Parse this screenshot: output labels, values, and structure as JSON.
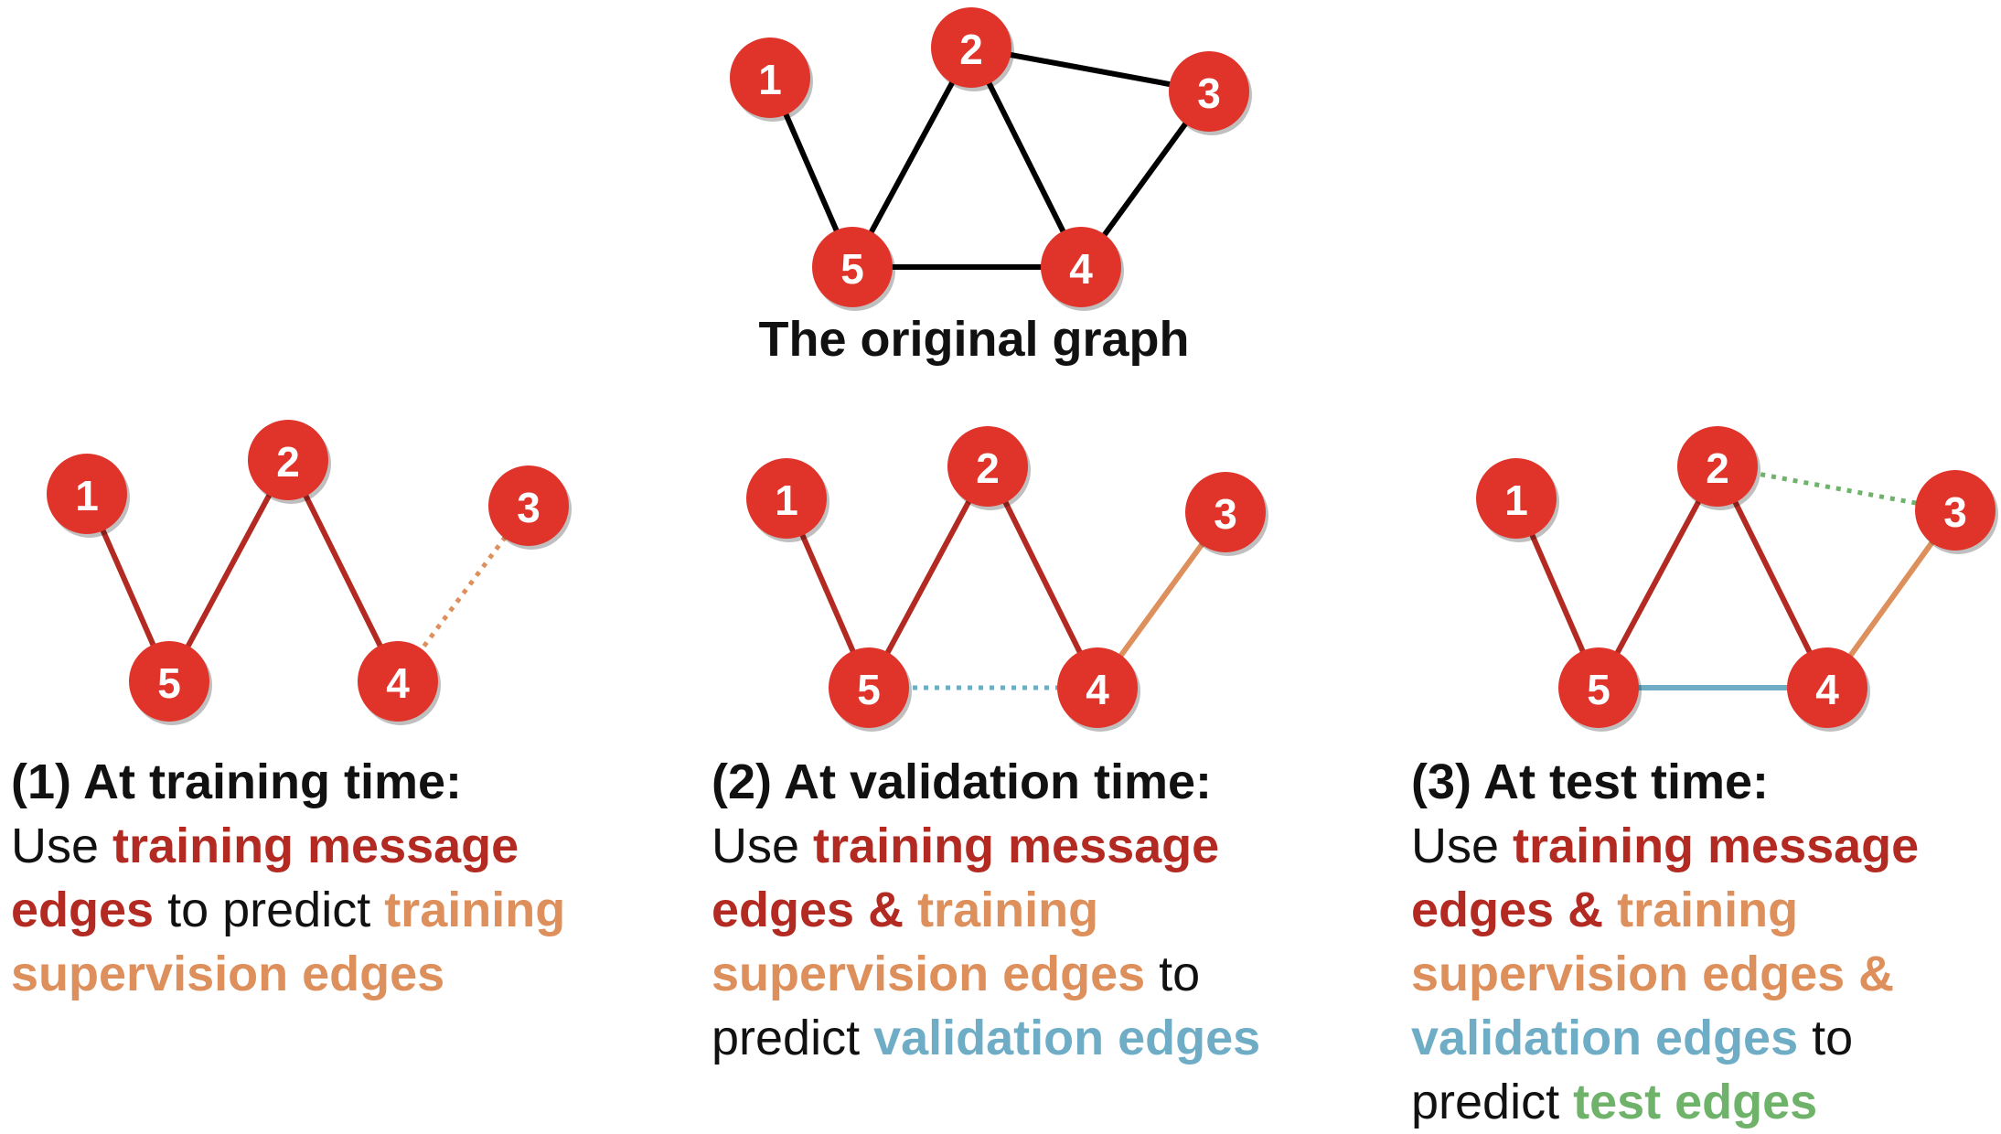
{
  "original": {
    "title": "The original graph",
    "nodes": [
      {
        "id": "1",
        "label": "1"
      },
      {
        "id": "2",
        "label": "2"
      },
      {
        "id": "3",
        "label": "3"
      },
      {
        "id": "4",
        "label": "4"
      },
      {
        "id": "5",
        "label": "5"
      }
    ],
    "edges": [
      [
        "1",
        "5"
      ],
      [
        "5",
        "2"
      ],
      [
        "2",
        "3"
      ],
      [
        "2",
        "4"
      ],
      [
        "3",
        "4"
      ],
      [
        "5",
        "4"
      ]
    ]
  },
  "colors": {
    "node": "#e0332a",
    "original_edge": "#000000",
    "training_message": "#b22a22",
    "training_supervision": "#dd8f5c",
    "validation": "#6fadc6",
    "test": "#6fb36a"
  },
  "panels": [
    {
      "heading": "(1) At training time:",
      "text": [
        {
          "t": "Use ",
          "c": "plain"
        },
        {
          "t": "training message edges",
          "c": "training_message"
        },
        {
          "t": " to predict ",
          "c": "plain"
        },
        {
          "t": "training supervision edges",
          "c": "training_supervision"
        }
      ],
      "edges": [
        {
          "from": "1",
          "to": "5",
          "type": "training_message",
          "dashed": false
        },
        {
          "from": "5",
          "to": "2",
          "type": "training_message",
          "dashed": false
        },
        {
          "from": "2",
          "to": "4",
          "type": "training_message",
          "dashed": false
        },
        {
          "from": "4",
          "to": "3",
          "type": "training_supervision",
          "dashed": true
        }
      ]
    },
    {
      "heading": "(2) At validation time:",
      "text": [
        {
          "t": "Use ",
          "c": "plain"
        },
        {
          "t": "training message edges & ",
          "c": "training_message"
        },
        {
          "t": "training supervision edges",
          "c": "training_supervision"
        },
        {
          "t": " to predict ",
          "c": "plain"
        },
        {
          "t": "validation edges",
          "c": "validation"
        }
      ],
      "edges": [
        {
          "from": "1",
          "to": "5",
          "type": "training_message",
          "dashed": false
        },
        {
          "from": "5",
          "to": "2",
          "type": "training_message",
          "dashed": false
        },
        {
          "from": "2",
          "to": "4",
          "type": "training_message",
          "dashed": false
        },
        {
          "from": "4",
          "to": "3",
          "type": "training_supervision",
          "dashed": false
        },
        {
          "from": "5",
          "to": "4",
          "type": "validation",
          "dashed": true
        }
      ]
    },
    {
      "heading": "(3) At test time:",
      "text": [
        {
          "t": "Use ",
          "c": "plain"
        },
        {
          "t": "training message edges & ",
          "c": "training_message"
        },
        {
          "t": "training supervision edges & ",
          "c": "training_supervision"
        },
        {
          "t": "validation edges",
          "c": "validation"
        },
        {
          "t": " to predict ",
          "c": "plain"
        },
        {
          "t": "test edges",
          "c": "test"
        }
      ],
      "edges": [
        {
          "from": "1",
          "to": "5",
          "type": "training_message",
          "dashed": false
        },
        {
          "from": "5",
          "to": "2",
          "type": "training_message",
          "dashed": false
        },
        {
          "from": "2",
          "to": "4",
          "type": "training_message",
          "dashed": false
        },
        {
          "from": "4",
          "to": "3",
          "type": "training_supervision",
          "dashed": false
        },
        {
          "from": "5",
          "to": "4",
          "type": "validation",
          "dashed": false
        },
        {
          "from": "2",
          "to": "3",
          "type": "test",
          "dashed": true
        }
      ]
    }
  ]
}
